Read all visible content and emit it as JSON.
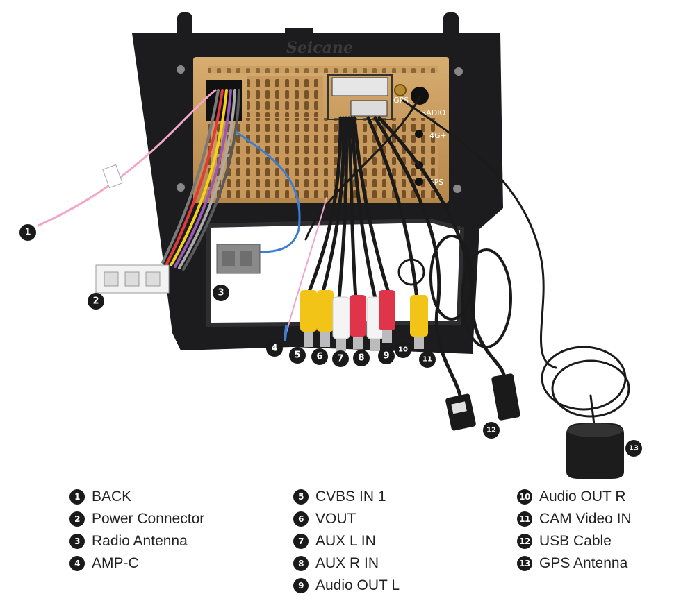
{
  "brand": "Seicane",
  "unit_labels": {
    "gps_port": "GPS",
    "radio_port": "RADIO",
    "port_4g": "4G+",
    "port_gps2": "GPS"
  },
  "markers": [
    "1",
    "2",
    "3",
    "4",
    "5",
    "6",
    "7",
    "8",
    "9",
    "10",
    "11",
    "12",
    "13"
  ],
  "legend": {
    "col1": [
      {
        "num": "1",
        "label": "BACK"
      },
      {
        "num": "2",
        "label": "Power Connector"
      },
      {
        "num": "3",
        "label": "Radio Antenna"
      },
      {
        "num": "4",
        "label": "AMP-C"
      }
    ],
    "col2": [
      {
        "num": "5",
        "label": "CVBS IN 1"
      },
      {
        "num": "6",
        "label": "VOUT"
      },
      {
        "num": "7",
        "label": "AUX L IN"
      },
      {
        "num": "8",
        "label": "AUX R IN"
      },
      {
        "num": "9",
        "label": "Audio OUT L"
      }
    ],
    "col3": [
      {
        "num": "10",
        "label": "Audio OUT R"
      },
      {
        "num": "11",
        "label": "CAM Video IN"
      },
      {
        "num": "12",
        "label": "USB Cable"
      },
      {
        "num": "13",
        "label": "GPS Antenna"
      }
    ]
  }
}
